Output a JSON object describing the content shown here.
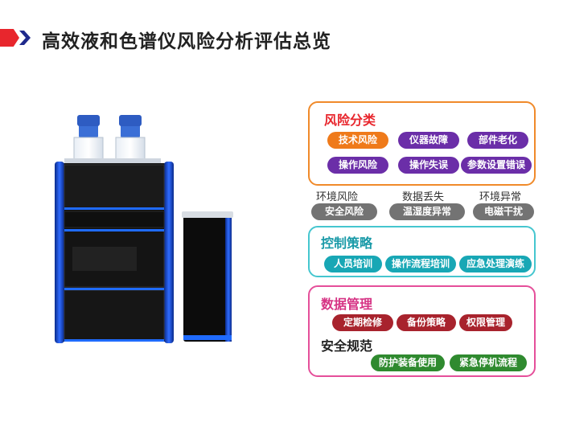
{
  "title": "高效液和色谱仪风险分析评估总览",
  "risk_panel": {
    "heading": "风险分类",
    "row1": [
      "技术风险",
      "仪器故障",
      "部件老化"
    ],
    "row2": [
      "操作风险",
      "操作失误",
      "参数设置错误"
    ]
  },
  "env_row": {
    "labels": [
      "环境风险",
      "数据丢失",
      "环境异常"
    ],
    "chips": [
      "安全风险",
      "温湿度异常",
      "电磁干扰"
    ]
  },
  "control_panel": {
    "heading": "控制策略",
    "chips": [
      "人员培训",
      "操作流程培训",
      "应急处理演练"
    ]
  },
  "data_panel": {
    "heading": "数据管理",
    "chips": [
      "定期检修",
      "备份策略",
      "权限管理"
    ],
    "sub_heading": "安全规范",
    "chips2": [
      "防护装备使用",
      "紧急停机流程"
    ]
  },
  "colors": {
    "accent_red": "#e8262d",
    "risk_orange": "#f08a2a",
    "control_teal": "#45c6cf",
    "data_pink": "#e54f9a"
  }
}
